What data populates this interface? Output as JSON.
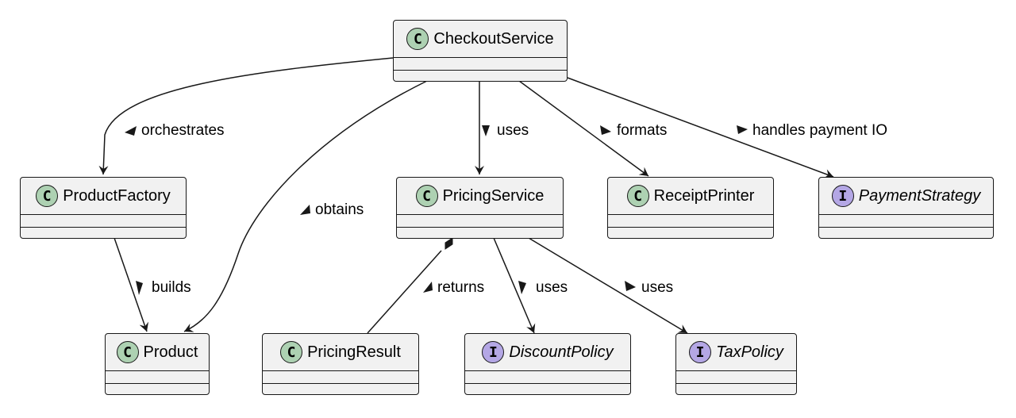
{
  "classes": {
    "checkout_service": {
      "name": "CheckoutService",
      "badge": "C"
    },
    "product_factory": {
      "name": "ProductFactory",
      "badge": "C"
    },
    "pricing_service": {
      "name": "PricingService",
      "badge": "C"
    },
    "receipt_printer": {
      "name": "ReceiptPrinter",
      "badge": "C"
    },
    "payment_strategy": {
      "name": "PaymentStrategy",
      "badge": "I"
    },
    "product": {
      "name": "Product",
      "badge": "C"
    },
    "pricing_result": {
      "name": "PricingResult",
      "badge": "C"
    },
    "discount_policy": {
      "name": "DiscountPolicy",
      "badge": "I"
    },
    "tax_policy": {
      "name": "TaxPolicy",
      "badge": "I"
    }
  },
  "relations": {
    "orchestrates": "orchestrates",
    "obtains": "obtains",
    "uses_pricing": "uses",
    "formats": "formats",
    "handles_payment": "handles payment IO",
    "builds": "builds",
    "returns": "returns",
    "uses_discount": "uses",
    "uses_tax": "uses"
  },
  "colors": {
    "class_badge": "#add1b2",
    "interface_badge": "#b4a7e5",
    "node_fill": "#f1f1f1",
    "line": "#181818"
  }
}
